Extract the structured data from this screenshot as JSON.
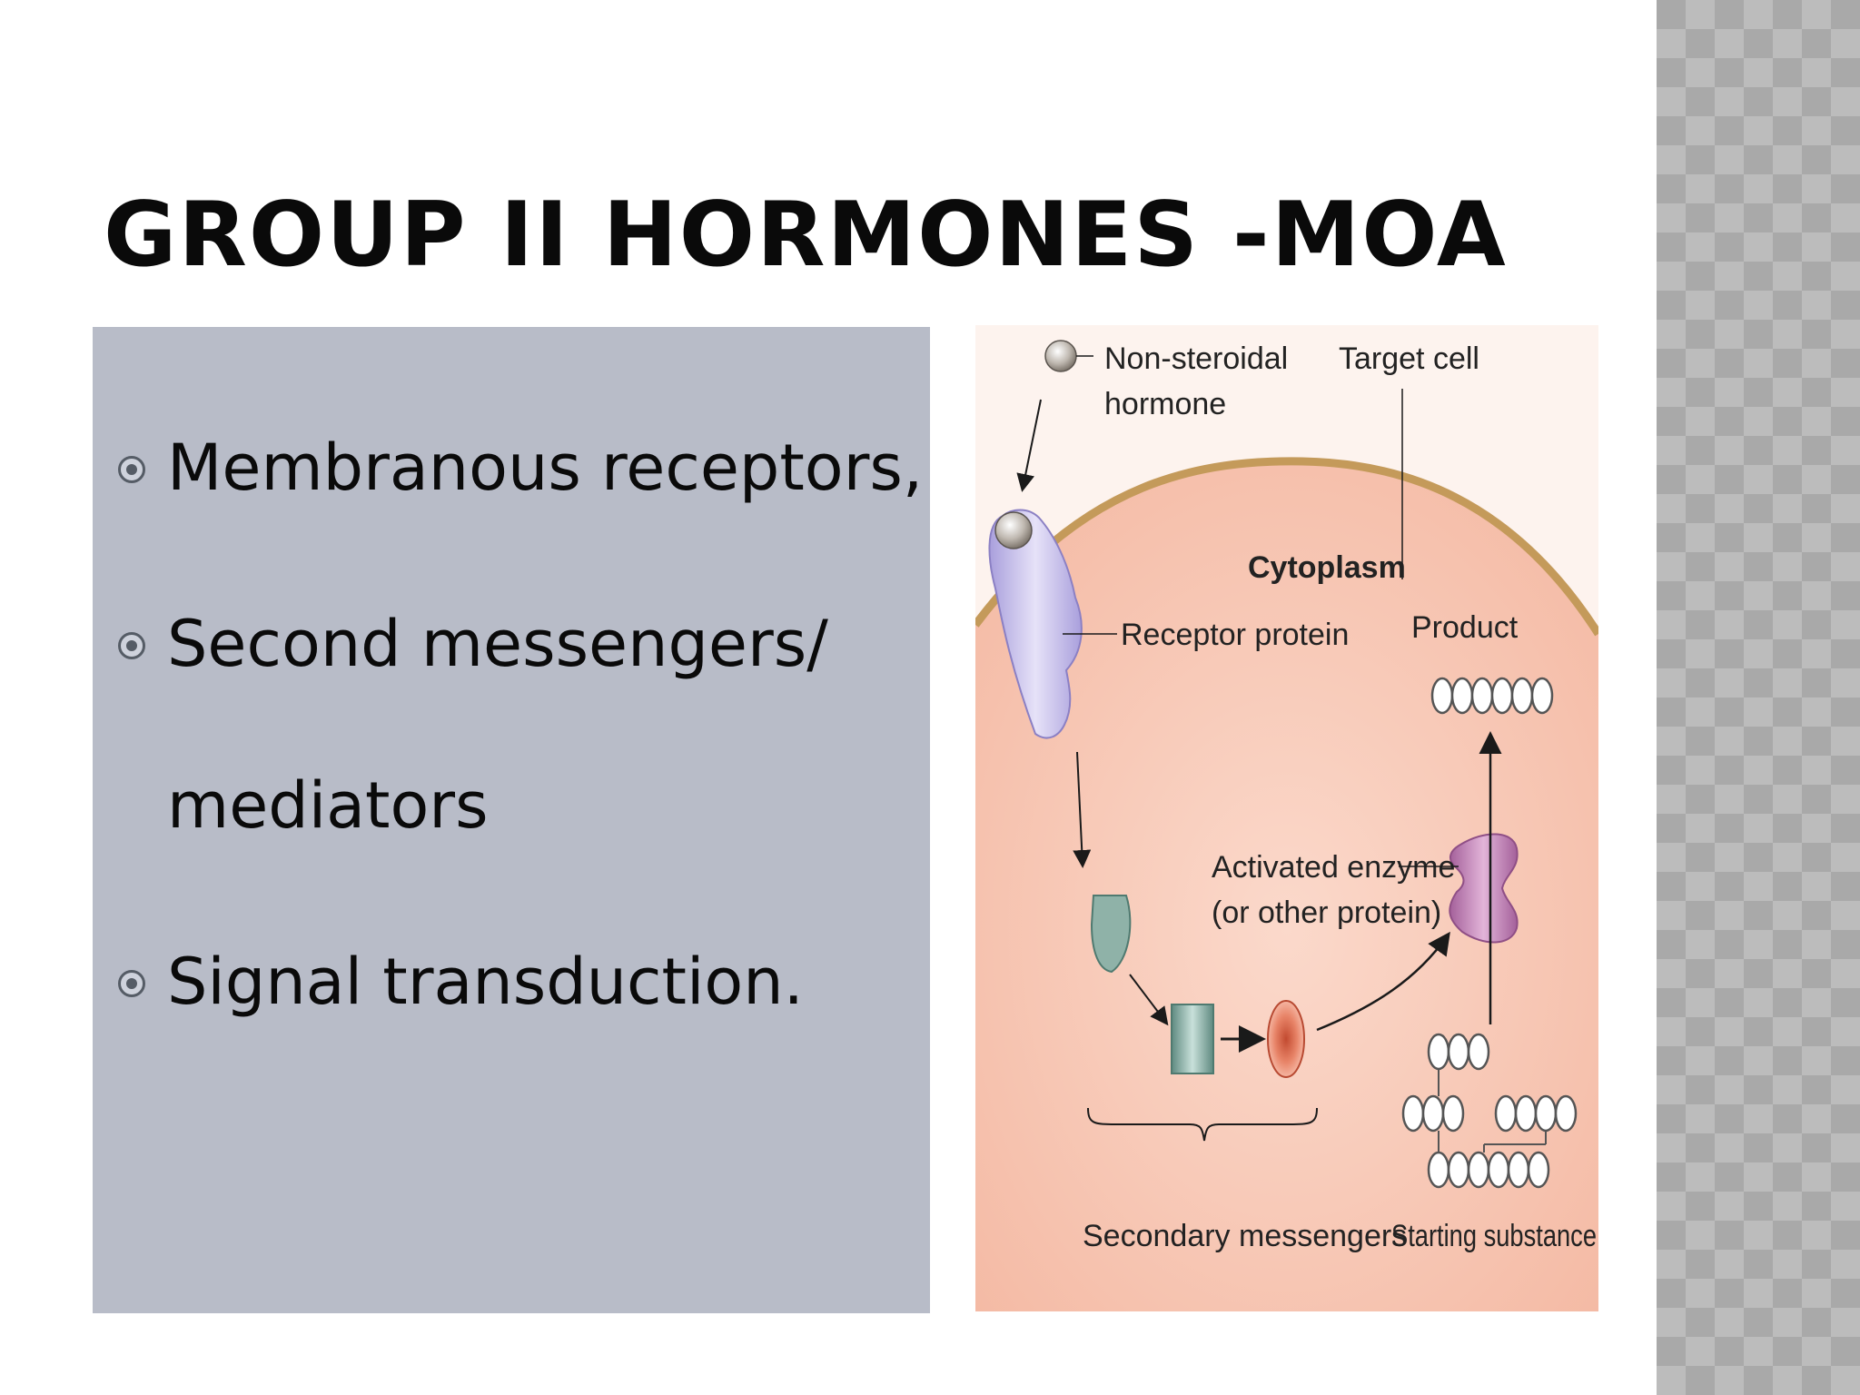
{
  "slide": {
    "title": "GROUP II HORMONES -MOA",
    "bullets": [
      {
        "lines": [
          "Membranous receptors,"
        ]
      },
      {
        "lines": [
          "Second messengers/",
          "mediators"
        ]
      },
      {
        "lines": [
          "Signal transduction."
        ]
      }
    ]
  },
  "diagram": {
    "labels": {
      "hormone_line1": "Non-steroidal",
      "hormone_line2": "hormone",
      "target_cell": "Target cell",
      "cytoplasm": "Cytoplasm",
      "receptor_protein": "Receptor protein",
      "product": "Product",
      "enzyme_line1": "Activated enzyme",
      "enzyme_line2": "(or other protein)",
      "secondary_messengers": "Secondary messengers",
      "starting_substance": "Starting substance"
    },
    "colors": {
      "cytoplasm": "#f6c3b0",
      "membrane": "#c49a5a",
      "receptor": "#c9c3ea",
      "enzyme": "#c58ab8",
      "messenger_cup": "#8fb2a8",
      "messenger_square": "#8fb2a8",
      "messenger_oval": "#e07a5f"
    }
  }
}
